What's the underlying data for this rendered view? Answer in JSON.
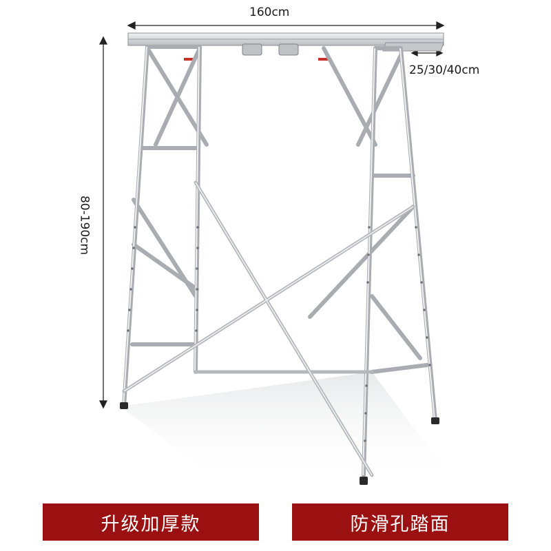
{
  "dimensions": {
    "width": "160cm",
    "depth": "25/30/40cm",
    "height": "80-190cm"
  },
  "banners": {
    "left": "升级加厚款",
    "right": "防滑孔踏面"
  },
  "colors": {
    "banner_background": "#9b1010",
    "banner_text": "#ffffff",
    "frame_metal": "#d4d6d8",
    "frame_edge": "#8d9094",
    "foot": "#2a2a2a",
    "accent_tag": "#c8302a"
  },
  "icons": {
    "product": "folding-aluminium-scaffold-platform"
  }
}
